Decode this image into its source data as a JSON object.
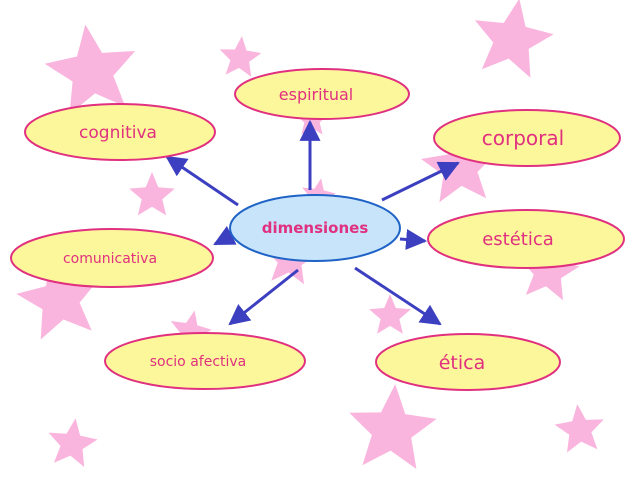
{
  "center": {
    "label": "dimensiones"
  },
  "nodes": [
    {
      "id": "espiritual",
      "label": "espiritual"
    },
    {
      "id": "cognitiva",
      "label": "cognitiva"
    },
    {
      "id": "corporal",
      "label": "corporal"
    },
    {
      "id": "comunicativa",
      "label": "comunicativa"
    },
    {
      "id": "estetica",
      "label": "estética"
    },
    {
      "id": "socio-afectiva",
      "label": "socio afectiva"
    },
    {
      "id": "etica",
      "label": "ética"
    }
  ],
  "colors": {
    "star": "#f9a8d8",
    "node_fill": "#fdf79b",
    "node_stroke": "#e0307f",
    "node_text": "#e0307f",
    "center_fill": "#c7e4fb",
    "center_stroke": "#1f63c6",
    "center_text": "#e0307f",
    "arrow": "#3b3fc0"
  }
}
